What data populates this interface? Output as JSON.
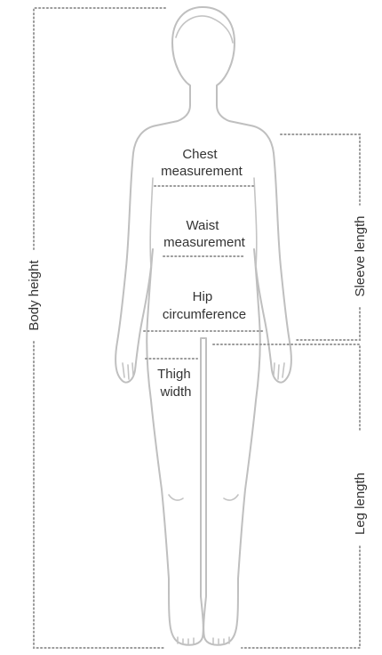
{
  "labels": {
    "chest": [
      "Chest",
      "measurement"
    ],
    "waist": [
      "Waist",
      "measurement"
    ],
    "hip": [
      "Hip",
      "circumference"
    ],
    "thigh": [
      "Thigh",
      "width"
    ],
    "body_height": "Body height",
    "sleeve_length": "Sleeve length",
    "leg_length": "Leg length"
  },
  "colors": {
    "outline": "#bfbfbf",
    "measure_line": "#9a9a9a",
    "text": "#333333"
  }
}
